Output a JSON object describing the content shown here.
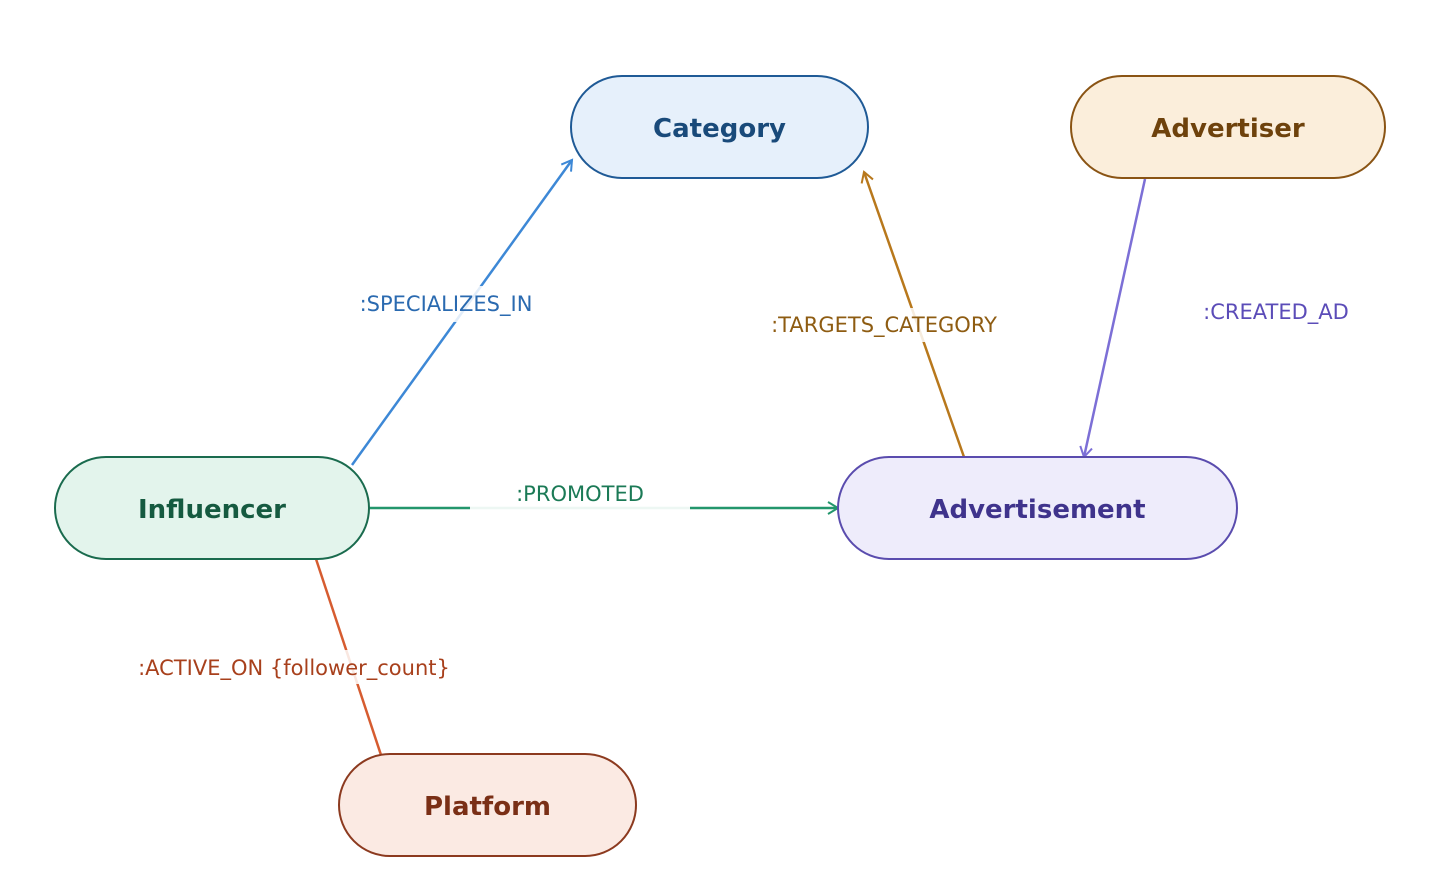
{
  "nodes": {
    "category": {
      "label": "Category",
      "fill": "#e6f0fb",
      "stroke": "#1f5a96",
      "text": "#194a7a"
    },
    "advertiser": {
      "label": "Advertiser",
      "fill": "#fbeedb",
      "stroke": "#8a5414",
      "text": "#6e420c"
    },
    "influencer": {
      "label": "Influencer",
      "fill": "#e3f4ec",
      "stroke": "#1a6b4e",
      "text": "#155a40"
    },
    "advertisement": {
      "label": "Advertisement",
      "fill": "#eeecfb",
      "stroke": "#5a4cae",
      "text": "#3f338c"
    },
    "platform": {
      "label": "Platform",
      "fill": "#fbeae3",
      "stroke": "#8c3a1f",
      "text": "#7a2f16"
    }
  },
  "edges": {
    "specializes_in": {
      "label": ":SPECIALIZES_IN",
      "from": "Influencer",
      "to": "Category",
      "color": "#3d88d6",
      "text": "#2a6ab0"
    },
    "targets_category": {
      "label": ":TARGETS_CATEGORY",
      "from": "Advertisement",
      "to": "Category",
      "color": "#b8781c",
      "text": "#8e5c12"
    },
    "created_ad": {
      "label": ":CREATED_AD",
      "from": "Advertiser",
      "to": "Advertisement",
      "color": "#7c6fd6",
      "text": "#5b4cb8"
    },
    "promoted": {
      "label": ":PROMOTED",
      "from": "Influencer",
      "to": "Advertisement",
      "color": "#23966c",
      "text": "#1b7a56"
    },
    "active_on": {
      "label": ":ACTIVE_ON {follower_count}",
      "from": "Influencer",
      "to": "Platform",
      "color": "#d65c30",
      "text": "#a8401c"
    }
  }
}
